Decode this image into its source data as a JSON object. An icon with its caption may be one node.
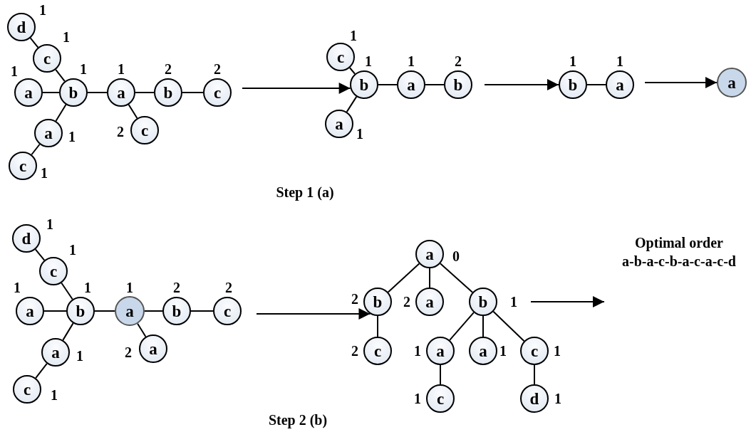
{
  "diagram": {
    "nodes": [
      {
        "text": [
          "d"
        ],
        "beside": [
          "1"
        ]
      },
      {
        "text": [
          "c"
        ],
        "beside": [
          "1"
        ]
      },
      {
        "text": [
          "a"
        ],
        "beside": [
          "1"
        ]
      },
      {
        "text": [
          "b"
        ],
        "beside": [
          "1"
        ]
      },
      {
        "text": [
          "a"
        ],
        "beside": [
          "1"
        ]
      },
      {
        "text": [
          "b"
        ],
        "beside": [
          "2"
        ]
      },
      {
        "text": [
          "c"
        ],
        "beside": [
          "2"
        ]
      },
      {
        "text": [
          "a"
        ],
        "beside": [
          "1"
        ]
      },
      {
        "text": [
          "c"
        ],
        "beside": [
          "1"
        ]
      },
      {
        "text": [
          "c"
        ],
        "beside": [
          "2"
        ]
      },
      {
        "text": [
          "c"
        ],
        "beside": [
          "1"
        ]
      },
      {
        "text": [
          "b"
        ],
        "beside": [
          "1"
        ]
      },
      {
        "text": [
          "a"
        ],
        "beside": [
          "1"
        ]
      },
      {
        "text": [
          "b"
        ],
        "beside": [
          "2"
        ]
      },
      {
        "text": [
          "a"
        ],
        "beside": [
          "1"
        ]
      },
      {
        "text": [
          "b"
        ],
        "beside": [
          "1"
        ]
      },
      {
        "text": [
          "a"
        ],
        "beside": [
          "1"
        ]
      },
      {
        "text": [
          "a"
        ]
      },
      {
        "text": [
          "d"
        ],
        "beside": [
          "1"
        ]
      },
      {
        "text": [
          "c"
        ],
        "beside": [
          "1"
        ]
      },
      {
        "text": [
          "a"
        ],
        "beside": [
          "1"
        ]
      },
      {
        "text": [
          "b"
        ],
        "beside": [
          "1"
        ]
      },
      {
        "text": [
          "a"
        ],
        "beside": [
          "1"
        ]
      },
      {
        "text": [
          "b"
        ],
        "beside": [
          "2"
        ]
      },
      {
        "text": [
          "c"
        ],
        "beside": [
          "2"
        ]
      },
      {
        "text": [
          "a"
        ],
        "beside": [
          "1"
        ]
      },
      {
        "text": [
          "c"
        ],
        "beside": [
          "1"
        ]
      },
      {
        "text": [
          "a"
        ],
        "beside": [
          "2"
        ]
      },
      {
        "text": [
          "a"
        ],
        "beside": [
          "0"
        ]
      },
      {
        "text": [
          "b"
        ],
        "beside": [
          "2"
        ]
      },
      {
        "text": [
          "a"
        ],
        "beside": [
          "2"
        ]
      },
      {
        "text": [
          "b"
        ],
        "beside": [
          "1"
        ]
      },
      {
        "text": [
          "c"
        ],
        "beside": [
          "2"
        ]
      },
      {
        "text": [
          "a"
        ],
        "beside": [
          "1"
        ]
      },
      {
        "text": [
          "a"
        ],
        "beside": [
          "1"
        ]
      },
      {
        "text": [
          "c"
        ],
        "beside": [
          "1"
        ]
      },
      {
        "text": [
          "c"
        ],
        "beside": [
          "1"
        ]
      },
      {
        "text": [
          "d"
        ],
        "beside": [
          "1"
        ]
      },
      {
        "text": [
          "Optimal order",
          "a-b-a-c-b-a-c-a-c-d"
        ]
      }
    ],
    "edges": [
      {
        "from": 0,
        "to": 1,
        "arrow": "none"
      },
      {
        "from": 1,
        "to": 3,
        "arrow": "none"
      },
      {
        "from": 2,
        "to": 3,
        "arrow": "none"
      },
      {
        "from": 3,
        "to": 4,
        "arrow": "none"
      },
      {
        "from": 4,
        "to": 5,
        "arrow": "none"
      },
      {
        "from": 5,
        "to": 6,
        "arrow": "none"
      },
      {
        "from": 3,
        "to": 7,
        "arrow": "none"
      },
      {
        "from": 7,
        "to": 8,
        "arrow": "none"
      },
      {
        "from": 4,
        "to": 9,
        "arrow": "none"
      },
      {
        "from": null,
        "to": 11,
        "arrow": "to"
      },
      {
        "from": 10,
        "to": 11,
        "arrow": "none"
      },
      {
        "from": 11,
        "to": 12,
        "arrow": "none"
      },
      {
        "from": 12,
        "to": 13,
        "arrow": "none"
      },
      {
        "from": 11,
        "to": 14,
        "arrow": "none"
      },
      {
        "from": null,
        "to": 15,
        "arrow": "to"
      },
      {
        "from": 15,
        "to": 16,
        "arrow": "none"
      },
      {
        "from": null,
        "to": 17,
        "arrow": "to"
      },
      {
        "from": 18,
        "to": 19,
        "arrow": "none"
      },
      {
        "from": 19,
        "to": 21,
        "arrow": "none"
      },
      {
        "from": 20,
        "to": 21,
        "arrow": "none"
      },
      {
        "from": 21,
        "to": 22,
        "arrow": "none"
      },
      {
        "from": 22,
        "to": 23,
        "arrow": "none"
      },
      {
        "from": 23,
        "to": 24,
        "arrow": "none"
      },
      {
        "from": 21,
        "to": 25,
        "arrow": "none"
      },
      {
        "from": 25,
        "to": 26,
        "arrow": "none"
      },
      {
        "from": 22,
        "to": 27,
        "arrow": "none"
      },
      {
        "from": null,
        "to": 29,
        "arrow": "to"
      },
      {
        "from": 28,
        "to": 29,
        "arrow": "none"
      },
      {
        "from": 28,
        "to": 30,
        "arrow": "none"
      },
      {
        "from": 28,
        "to": 31,
        "arrow": "none"
      },
      {
        "from": 29,
        "to": 32,
        "arrow": "none"
      },
      {
        "from": 31,
        "to": 33,
        "arrow": "none"
      },
      {
        "from": 31,
        "to": 34,
        "arrow": "none"
      },
      {
        "from": 31,
        "to": 35,
        "arrow": "none"
      },
      {
        "from": 33,
        "to": 36,
        "arrow": "none"
      },
      {
        "from": 35,
        "to": 37,
        "arrow": "none"
      },
      {
        "from": null,
        "to": 38,
        "arrow": "to"
      }
    ],
    "labels": [
      "Step 1 (a)",
      "Step 2 (b)"
    ]
  }
}
